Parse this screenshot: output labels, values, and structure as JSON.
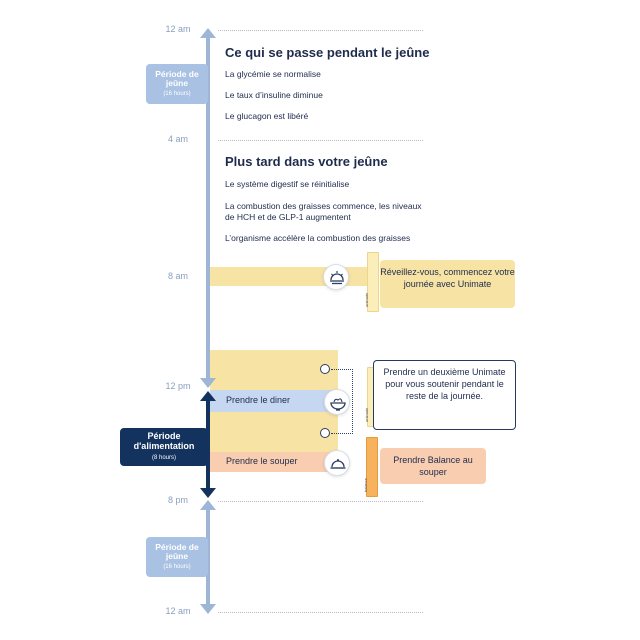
{
  "times": [
    "12 am",
    "4 am",
    "8 am",
    "12 pm",
    "8 pm",
    "12 am"
  ],
  "periods": {
    "fast_top": {
      "title": "Période de jeûne",
      "sub": "(16 hours)"
    },
    "eat": {
      "title": "Période d'alimentation",
      "sub": "(8 hours)"
    },
    "fast_bottom": {
      "title": "Période de jeûne",
      "sub": "(16 hours)"
    }
  },
  "section1": {
    "heading": "Ce qui se passe pendant le jeûne",
    "items": [
      "La glycémie se normalise",
      "Le taux d’insuline diminue",
      "Le glucagon est libéré"
    ]
  },
  "section2": {
    "heading": "Plus tard dans votre jeûne",
    "items": [
      "Le système digestif se réinitialise",
      "La combustion des graisses commence, les niveaux de HCH et de GLP-1 augmentent",
      "L’organisme accélère la combustion des graisses"
    ]
  },
  "bands": {
    "diner": "Prendre le diner",
    "souper": "Prendre le souper"
  },
  "callouts": {
    "wake": "Réveillez-vous, commencez votre journée avec Unimate",
    "second": "Prendre un deuxième Unimate pour vous soutenir pendant le reste de la journée.",
    "balance": "Prendre Balance au souper"
  },
  "icons": {
    "wake": "sunrise-icon",
    "diner": "salad-bowl-icon",
    "souper": "dinner-cloche-icon"
  },
  "product_labels": {
    "unimate": "unimate",
    "balance": "balance"
  },
  "colors": {
    "fast_blue": "#a9c1e3",
    "eat_navy": "#13335e",
    "yellow": "#f7e3a3",
    "blue_band": "#c6d7f1",
    "peach": "#f9cdb0",
    "text": "#1f2b4d"
  }
}
